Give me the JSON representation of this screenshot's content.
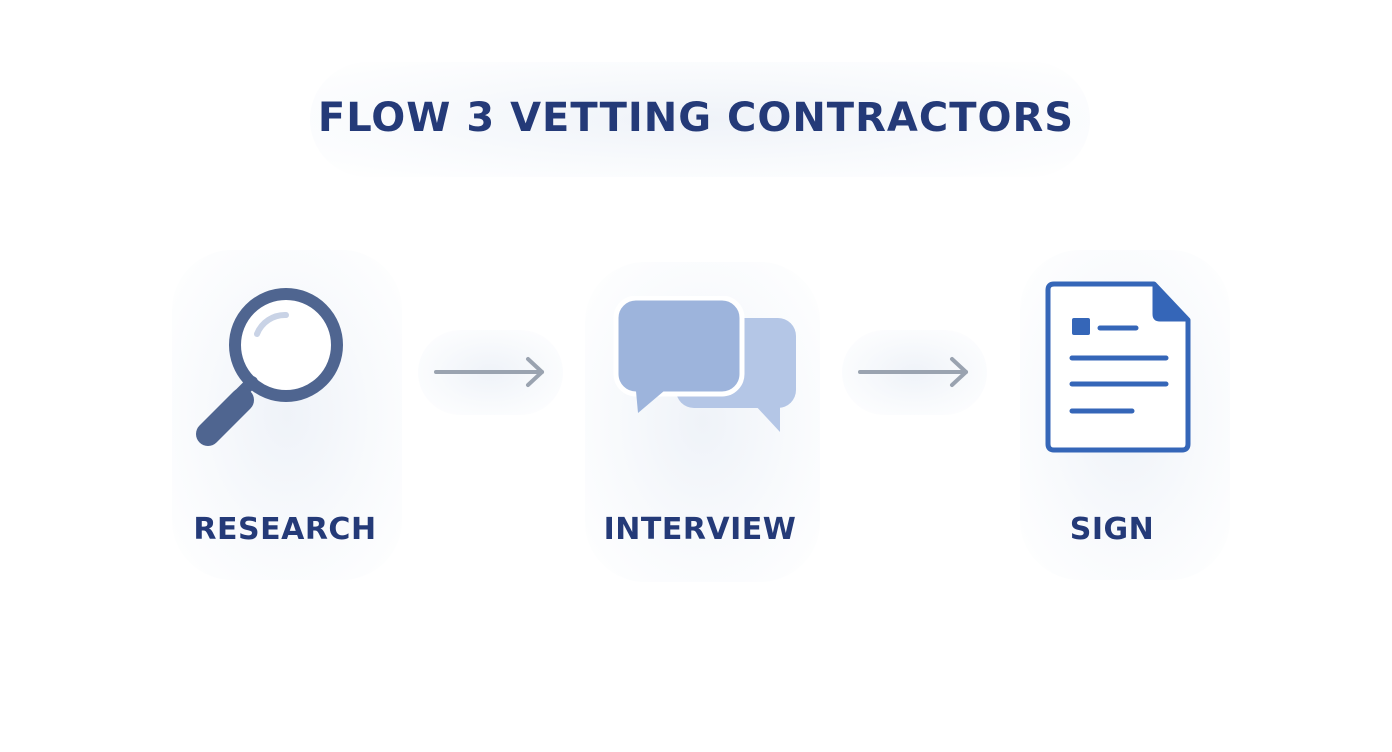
{
  "title": "FLOW 3 VETTING CONTRACTORS",
  "steps": [
    {
      "label": "RESEARCH",
      "icon": "magnifying-glass-icon"
    },
    {
      "label": "INTERVIEW",
      "icon": "chat-bubbles-icon"
    },
    {
      "label": "SIGN",
      "icon": "document-icon"
    }
  ],
  "colors": {
    "title": "#243a78",
    "research_icon": "#4f6590",
    "interview_icon_front": "#9db4dc",
    "interview_icon_back": "#b4c6e6",
    "document_icon": "#3566b8",
    "arrow": "#9aa3b0"
  }
}
